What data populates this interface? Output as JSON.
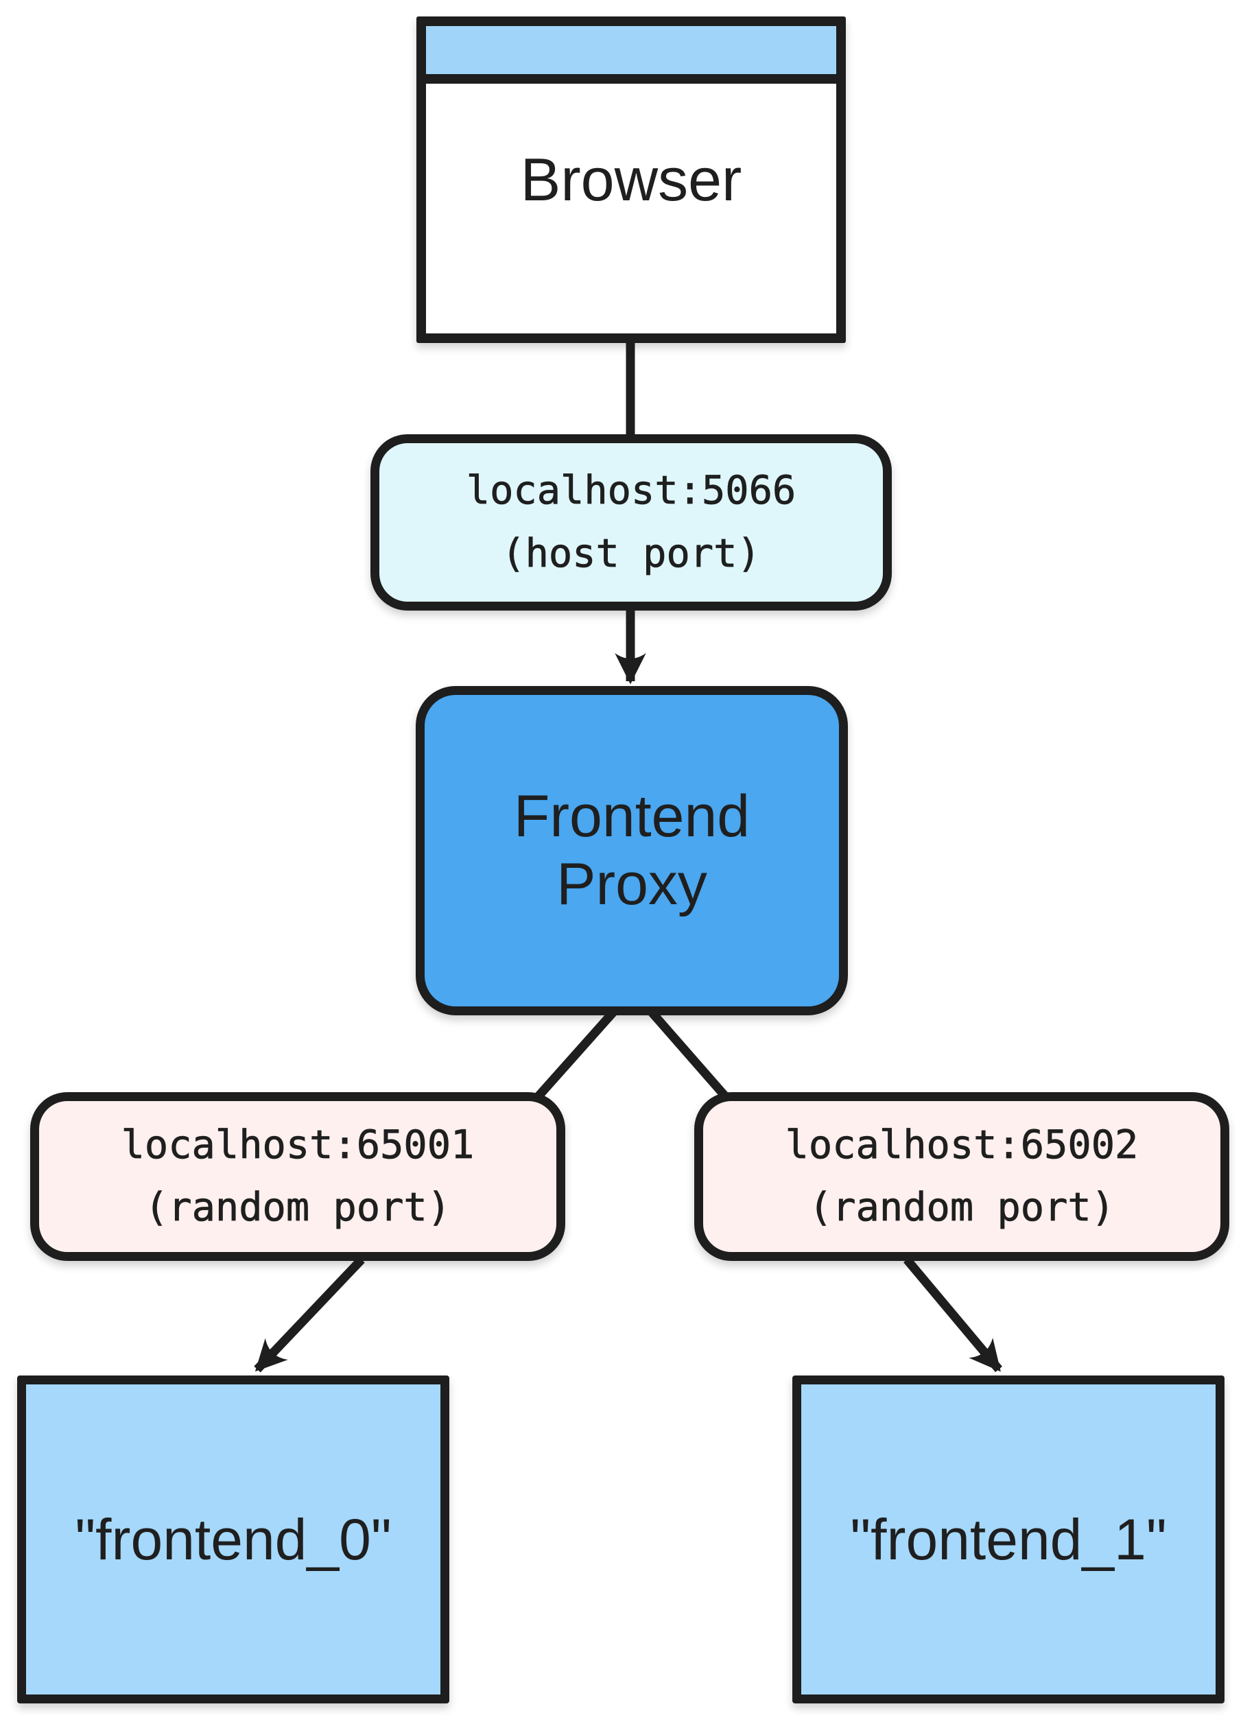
{
  "colors": {
    "canvas-bg": "#ffffff",
    "ink": "#1e1e1e",
    "text": "#1f1f1f",
    "titlebar-fill": "#a0d4f8",
    "hostport-fill": "#dff7fa",
    "proxy-fill": "#4aa7f0",
    "randomport-fill": "#fdf0ee",
    "square-fill": "#a5d8fb"
  },
  "nodes": {
    "browser": {
      "label": "Browser"
    },
    "host_port": {
      "line1": "localhost:5066",
      "line2": "(host port)"
    },
    "frontend_proxy": {
      "line1": "Frontend",
      "line2": "Proxy"
    },
    "random_port_0": {
      "line1": "localhost:65001",
      "line2": "(random port)"
    },
    "random_port_1": {
      "line1": "localhost:65002",
      "line2": "(random port)"
    },
    "frontend_0": {
      "label": "\"frontend_0\""
    },
    "frontend_1": {
      "label": "\"frontend_1\""
    }
  },
  "edges": [
    {
      "from": "browser",
      "to": "host_port",
      "arrow": false
    },
    {
      "from": "host_port",
      "to": "frontend_proxy",
      "arrow": true
    },
    {
      "from": "frontend_proxy",
      "to": "random_port_0",
      "arrow": false
    },
    {
      "from": "frontend_proxy",
      "to": "random_port_1",
      "arrow": false
    },
    {
      "from": "random_port_0",
      "to": "frontend_0",
      "arrow": true
    },
    {
      "from": "random_port_1",
      "to": "frontend_1",
      "arrow": true
    }
  ]
}
